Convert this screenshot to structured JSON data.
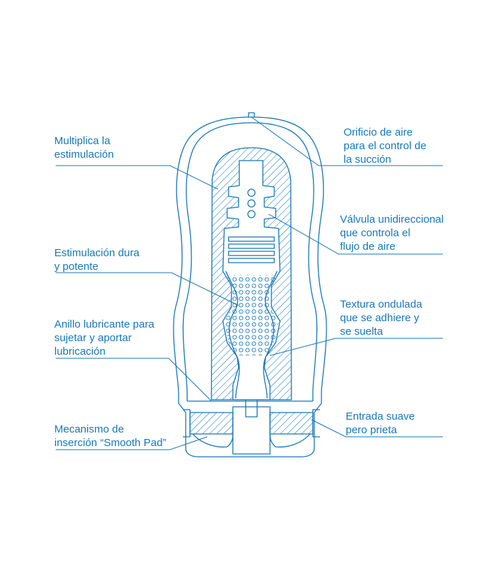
{
  "colors": {
    "ink": "#1877b8",
    "background": "#ffffff"
  },
  "labels": {
    "air_hole": [
      "Orificio de aire",
      "para el control de",
      "la succión"
    ],
    "multiplies": [
      "Multiplica la",
      "estimulación"
    ],
    "valve": [
      "Válvula unidireccional",
      "que controla el",
      "flujo de aire"
    ],
    "hard": [
      "Estimulación dura",
      "y potente"
    ],
    "wavy": [
      "Textura ondulada",
      "que se adhiere y",
      "se suelta"
    ],
    "ring": [
      "Anillo lubricante para",
      "sujetar y aportar",
      "lubricación"
    ],
    "smooth_pad": [
      "Mecanismo de",
      "inserción “Smooth Pad”"
    ],
    "entrance": [
      "Entrada suave",
      "pero prieta"
    ]
  }
}
